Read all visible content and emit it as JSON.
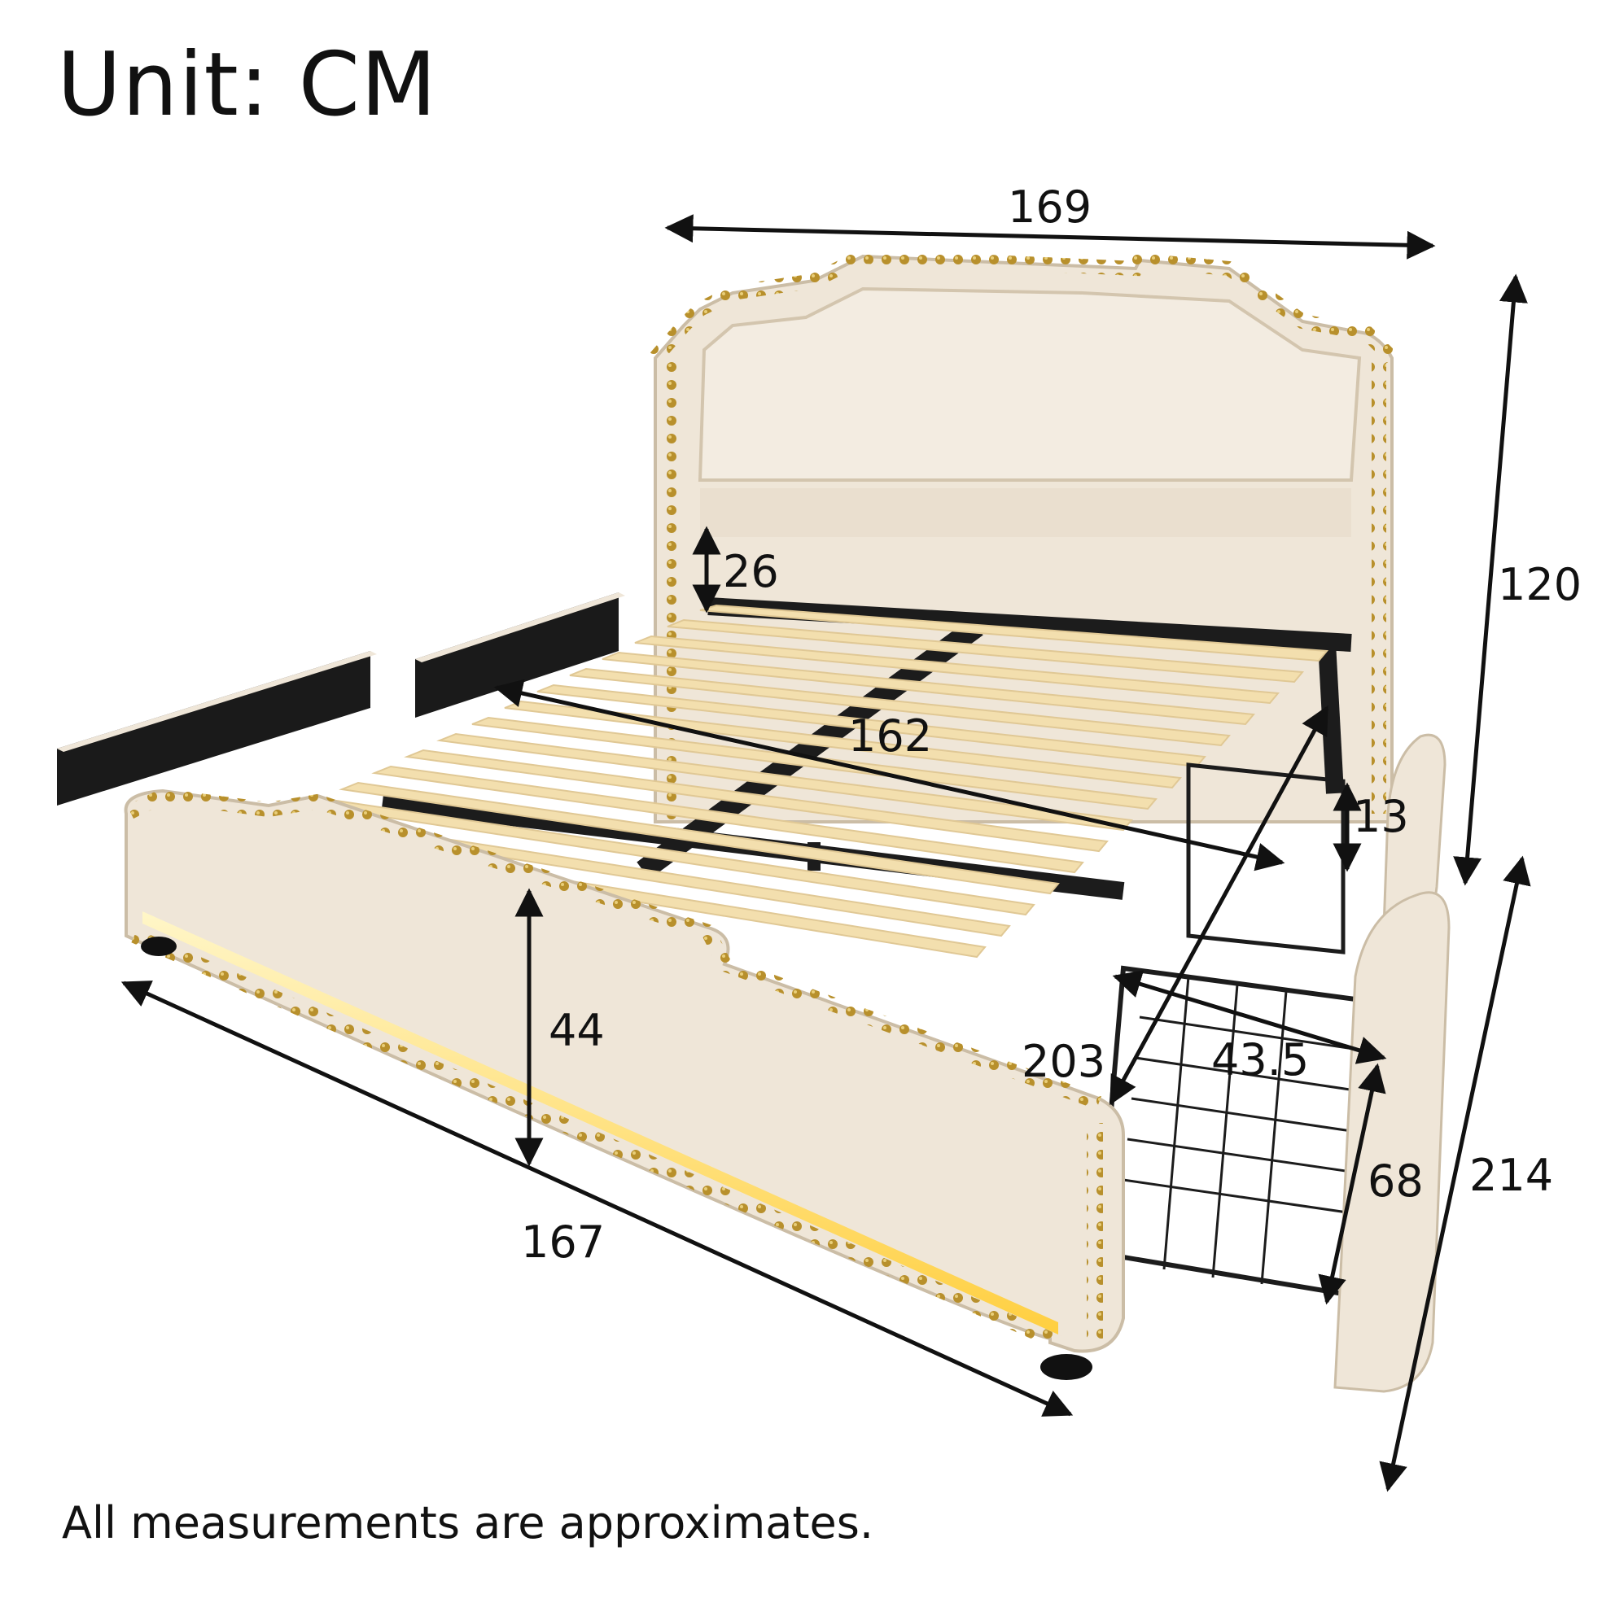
{
  "title": "Unit: CM",
  "footnote": "All measurements are approximates.",
  "dimensions": {
    "overall_width": "169",
    "overall_height": "120",
    "footboard_length": "167",
    "overall_length": "214",
    "headboard_gap": "26",
    "inner_width": "162",
    "footboard_height": "44",
    "side_rail_length": "203",
    "drawer_width": "43.5",
    "drawer_depth": "68",
    "drawer_clearance": "13"
  },
  "colors": {
    "upholstery": "#efe6d8",
    "upholstery_shadow": "#d9ccb8",
    "stud": "#b8902c",
    "slat": "#f3dfae",
    "metal": "#1c1c1c",
    "led_glow": "#ffd85a"
  }
}
